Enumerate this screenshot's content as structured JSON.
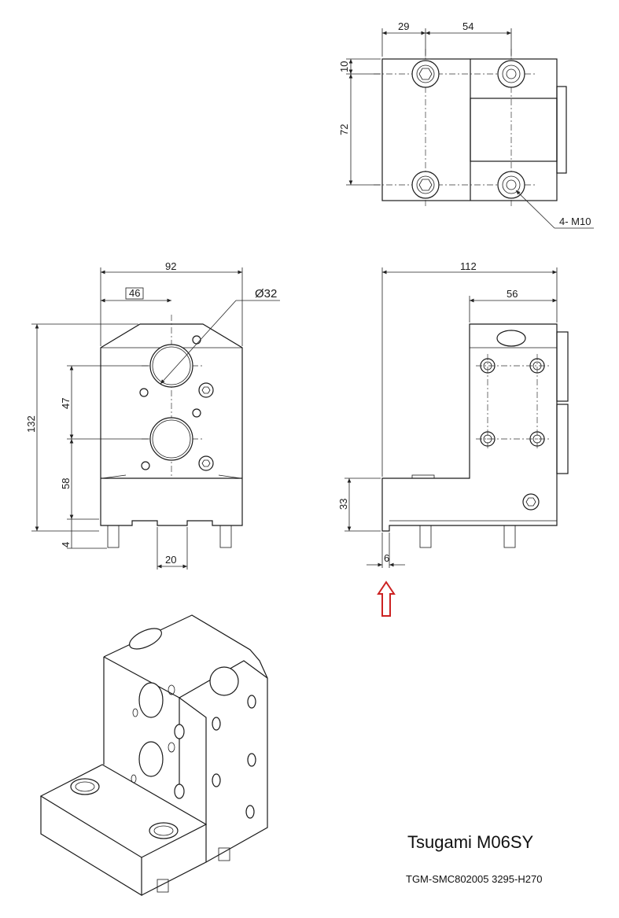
{
  "title": "Tsugami M06SY",
  "part_code": "TGM-SMC802005 3295-H270",
  "top_view": {
    "dims": {
      "w1": "29",
      "w2": "54",
      "h1": "10",
      "h2": "72"
    },
    "callout": "4- M10"
  },
  "front_view": {
    "dims": {
      "width": "92",
      "half": "46",
      "diameter": "Ø32",
      "height": "132",
      "pitch": "47",
      "lower": "58",
      "base": "4",
      "slot": "20"
    }
  },
  "side_view": {
    "dims": {
      "length": "112",
      "upper": "56",
      "step": "33",
      "offset": "6"
    }
  },
  "colors": {
    "line": "#1a1a1a",
    "arrow": "#cc2222"
  }
}
